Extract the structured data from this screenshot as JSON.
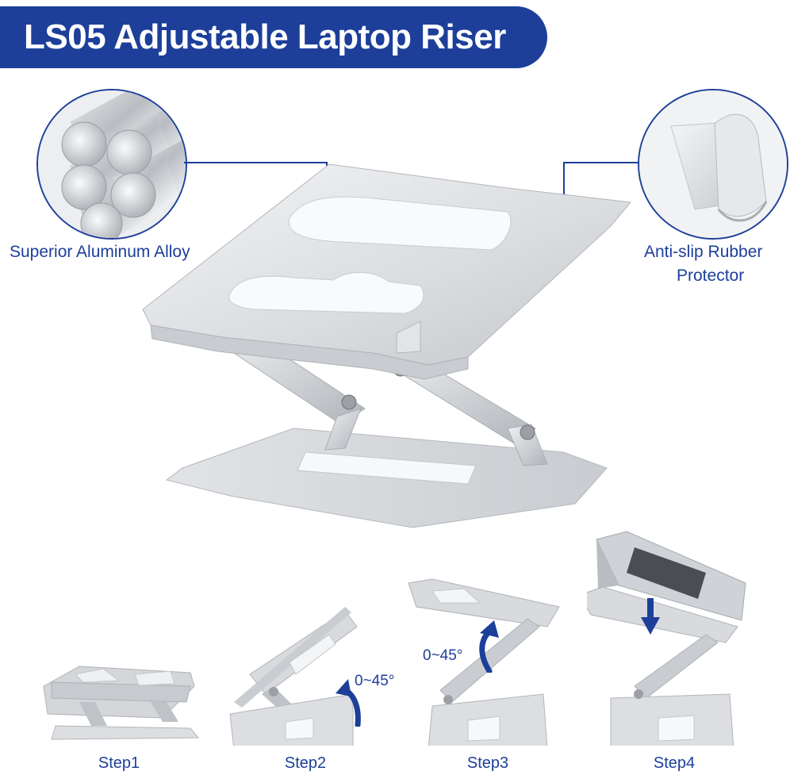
{
  "title": "LS05 Adjustable Laptop Riser",
  "features": {
    "left_label": "Superior Aluminum Alloy",
    "right_label_line1": "Anti-slip Rubber",
    "right_label_line2": "Protector"
  },
  "steps": [
    {
      "label": "Step1"
    },
    {
      "label": "Step2",
      "angle": "0~45°"
    },
    {
      "label": "Step3",
      "angle": "0~45°"
    },
    {
      "label": "Step4"
    }
  ],
  "colors": {
    "brand": "#1d3f9a",
    "aluminum": "#d9dbde",
    "background": "#ffffff"
  },
  "icons": {
    "rotate": "curved-arrow-icon",
    "down": "arrow-down-icon"
  }
}
